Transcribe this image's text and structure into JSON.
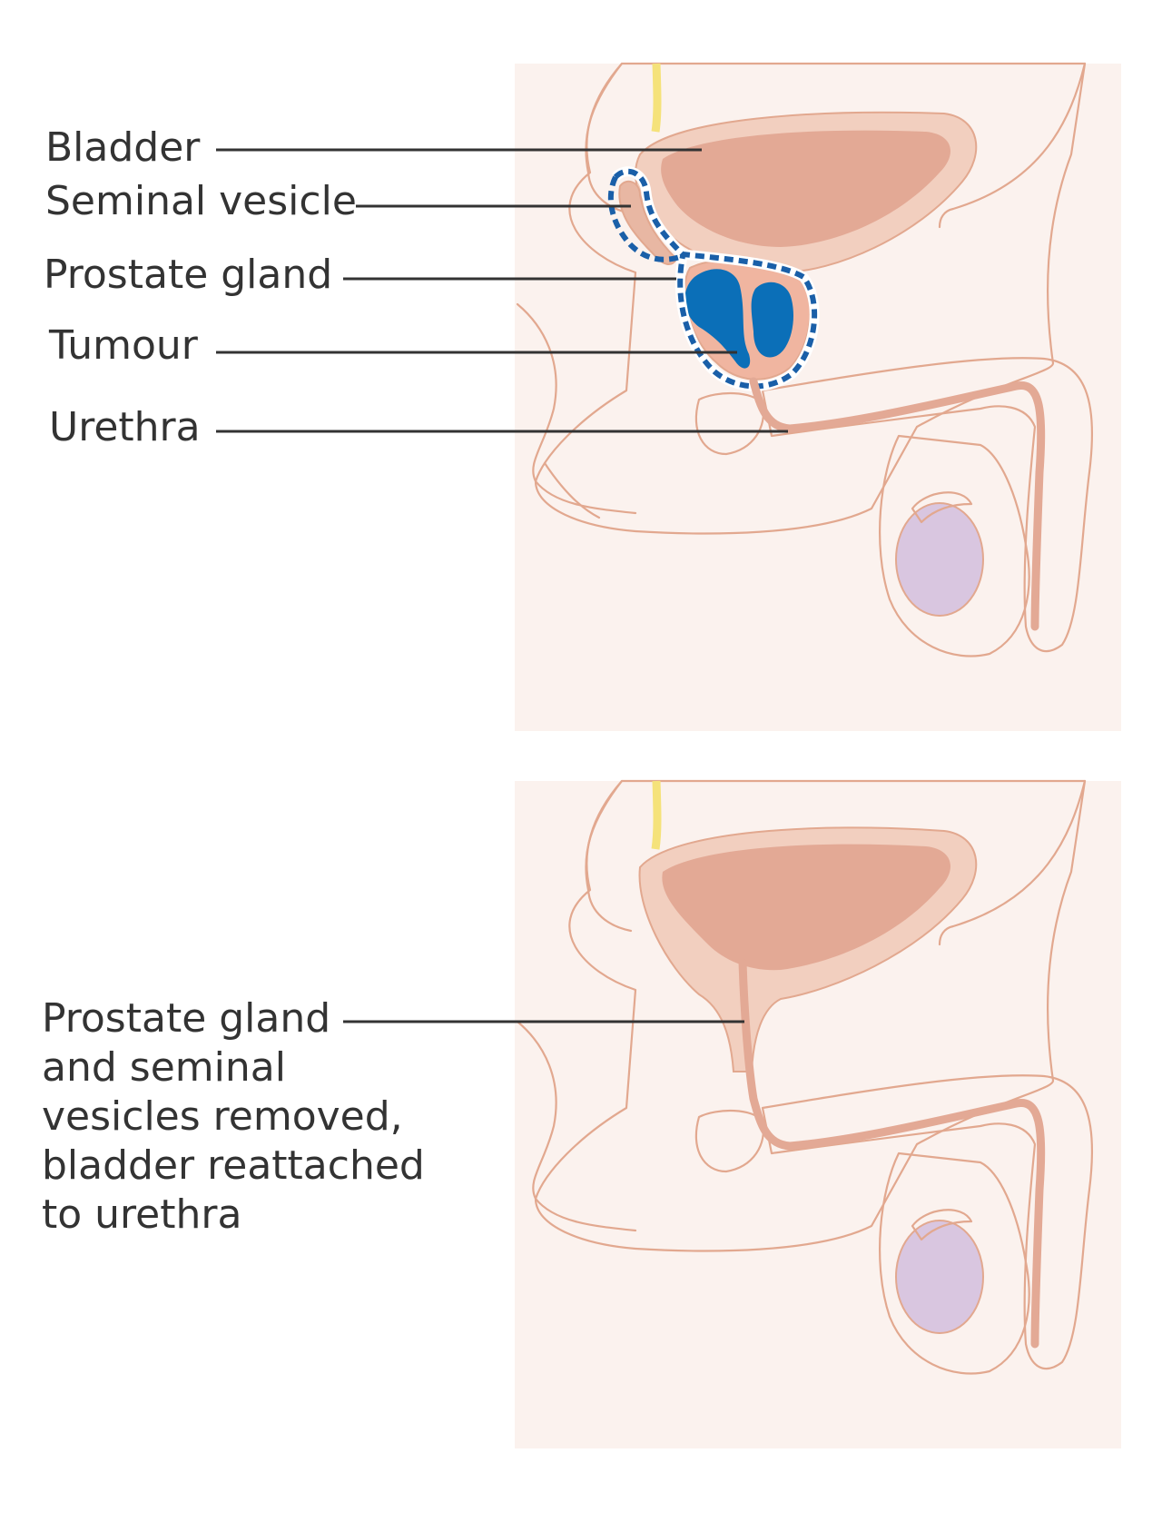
{
  "panels": {
    "before": {
      "labels": {
        "bladder": "Bladder",
        "seminal_vesicle": "Seminal vesicle",
        "prostate_gland": "Prostate gland",
        "tumour": "Tumour",
        "urethra": "Urethra"
      }
    },
    "after": {
      "caption_lines": [
        "Prostate gland",
        "and seminal",
        "vesicles removed,",
        "bladder reattached",
        "to urethra"
      ]
    }
  },
  "colors": {
    "skin": "#f9ede8",
    "tissue": "#f5ddd2",
    "bladder_wall": "#f2cfbf",
    "bladder_inner": "#e3a995",
    "outline": "#e2a88f",
    "prostate": "#f0b5a0",
    "tumour": "#0b6fb8",
    "dashed_outline": "#1a5fa8",
    "testis": "#d9c6e0",
    "ureter": "#f5e27a",
    "text": "#333333"
  }
}
